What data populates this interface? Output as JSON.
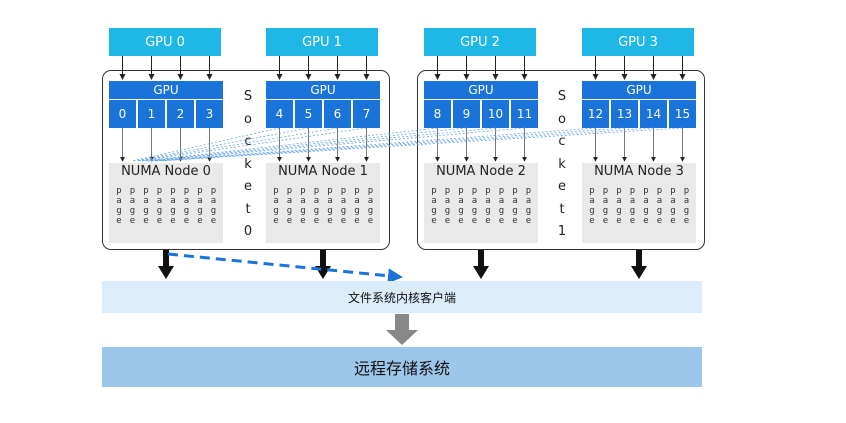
{
  "gpus": [
    {
      "label": "GPU 0",
      "ids": [
        "0",
        "1",
        "2",
        "3"
      ],
      "numa_label": "NUMA Node 0"
    },
    {
      "label": "GPU 1",
      "ids": [
        "4",
        "5",
        "6",
        "7"
      ],
      "numa_label": "NUMA Node 1"
    },
    {
      "label": "GPU 2",
      "ids": [
        "8",
        "9",
        "10",
        "11"
      ],
      "numa_label": "NUMA Node 2"
    },
    {
      "label": "GPU 3",
      "ids": [
        "12",
        "13",
        "14",
        "15"
      ],
      "numa_label": "NUMA Node 3"
    }
  ],
  "gpu_block_label": "GPU",
  "page_letters": [
    "p",
    "a",
    "g",
    "e"
  ],
  "sockets": [
    {
      "chars": [
        "S",
        "o",
        "c",
        "k",
        "e",
        "t",
        "0"
      ]
    },
    {
      "chars": [
        "S",
        "o",
        "c",
        "k",
        "e",
        "t",
        "1"
      ]
    }
  ],
  "filesystem_client": "文件系统内核客户端",
  "remote_storage": "远程存储系统",
  "colors": {
    "gpu_top": "#1fb7e6",
    "gpu_block": "#1a73d9",
    "numa_bg": "#e9e9e9",
    "fs_bar": "#dcecf9",
    "remote_bar": "#9dc7ea",
    "dashed_arrow": "#1a73d9"
  }
}
